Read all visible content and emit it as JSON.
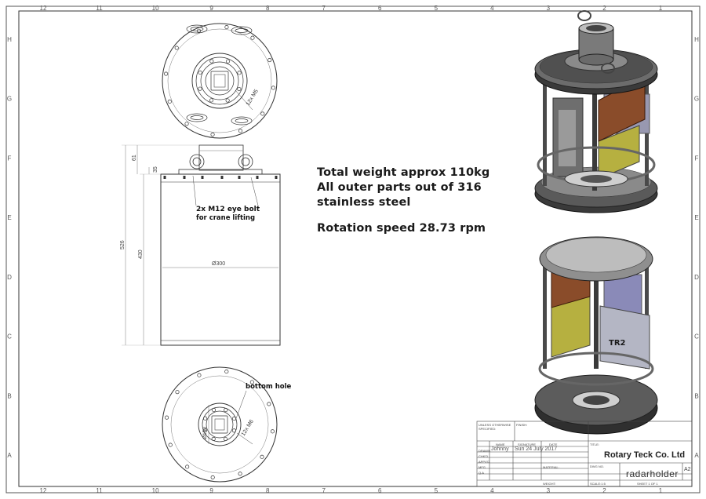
{
  "border_ruler": {
    "columns": [
      "12",
      "11",
      "10",
      "9",
      "8",
      "7",
      "6",
      "5",
      "4",
      "3",
      "2",
      "1"
    ],
    "rows": [
      "H",
      "G",
      "F",
      "E",
      "D",
      "C",
      "B",
      "A"
    ]
  },
  "notes": {
    "line1": "Total weight approx 110kg",
    "line2": "All outer parts out of 316",
    "line3": "stainless steel",
    "line4": "Rotation speed 28.73 rpm"
  },
  "callouts": {
    "eye_bolt_line1": "2x M12 eye bolt",
    "eye_bolt_line2": "for crane lifting",
    "bottom_hole": "bottom hole",
    "tr2": "TR2"
  },
  "dimensions": {
    "overall_height": "526",
    "body_height": "430",
    "top_a": "61",
    "top_b": "35",
    "diameter": "Ø300",
    "bottom_hole_dia": "Ø150",
    "top_thread": "12x M5",
    "bottom_thread": "12x M6"
  },
  "title_block": {
    "company": "Rotary Teck Co. Ltd",
    "drawing_name": "radarholder",
    "revision": "A2",
    "drawn_by": "Johnny",
    "date": "Sun  24 July 2017",
    "labels": {
      "notes_header": "UNLESS OTHERWISE SPECIFIED:",
      "finish": "FINISH:",
      "name_col": "NAME",
      "sig_col": "SIGNATURE",
      "date_col": "DATE",
      "title": "TITLE:",
      "drawn": "DRAWN",
      "chkd": "CHK'D",
      "appvd": "APPV'D",
      "mfg": "MFG",
      "qa": "Q.A",
      "material": "MATERIAL:",
      "weight": "WEIGHT:",
      "dwg_no": "DWG NO.",
      "scale": "SCALE:1:5",
      "sheet": "SHEET 1 OF 1"
    }
  }
}
